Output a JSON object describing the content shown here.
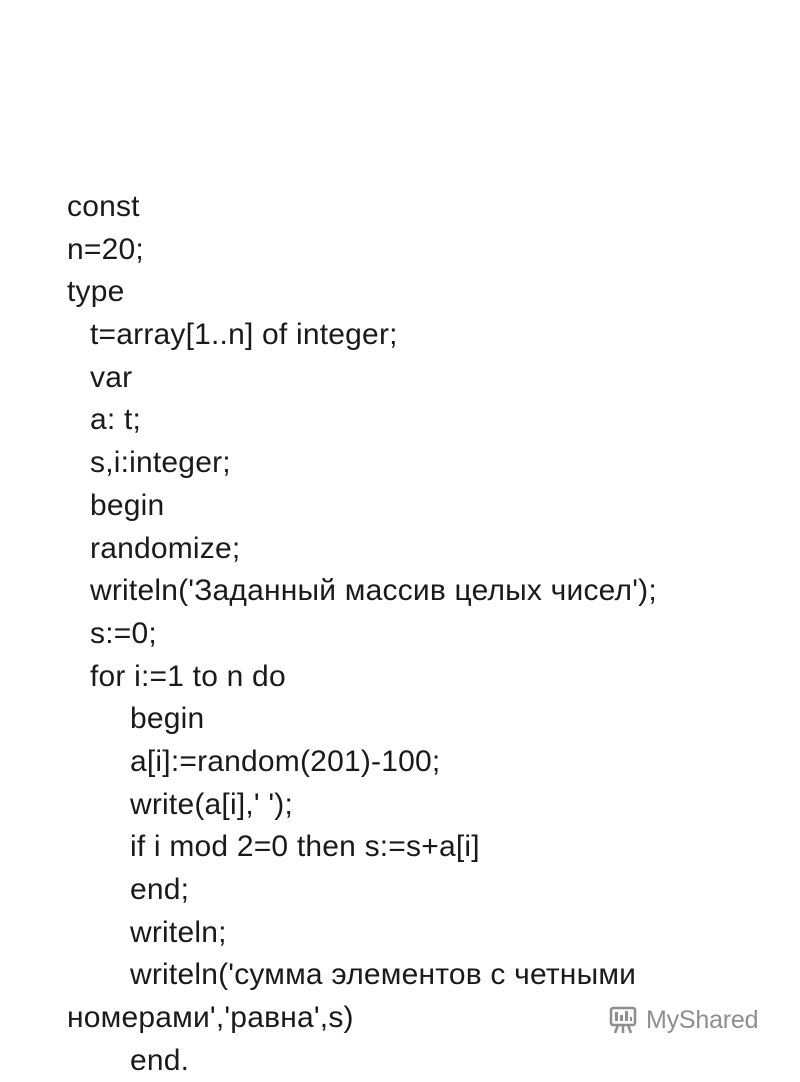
{
  "code": {
    "lines": [
      "const",
      "n=20;",
      "type",
      "t=array[1..n] of integer;",
      "var",
      "a: t;",
      "s,i:integer;",
      "begin",
      "randomize;",
      "writeln('Заданный массив целых чисел');",
      "s:=0;",
      "for i:=1 to n do",
      "begin",
      "a[i]:=random(201)-100;",
      "write(a[i],' ');",
      "if i mod 2=0 then s:=s+a[i]",
      "end;",
      "writeln;",
      "writeln('сумма элементов с четными",
      "номерами','равна',s)",
      "end."
    ]
  },
  "watermark": {
    "brand": "MyShared",
    "icon": "myshared-logo-icon"
  },
  "colors": {
    "text": "#1a1a1a",
    "background": "#ffffff",
    "watermark": "#8e8e8e"
  }
}
